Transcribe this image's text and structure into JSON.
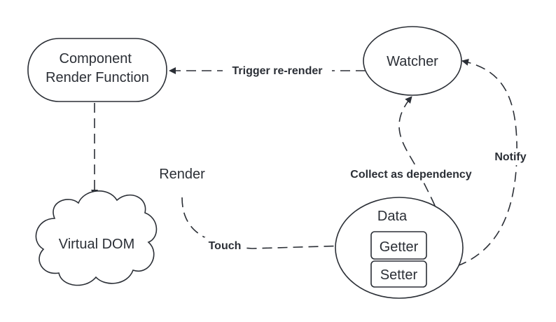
{
  "nodes": {
    "component_render_function": [
      "Component",
      "Render Function"
    ],
    "watcher": "Watcher",
    "virtual_dom": "Virtual DOM",
    "render": "Render",
    "data": "Data",
    "getter": "Getter",
    "setter": "Setter"
  },
  "edges": {
    "trigger_rerender": "Trigger re-render",
    "touch": "Touch",
    "collect_dependency": "Collect as dependency",
    "notify": "Notify"
  },
  "colors": {
    "stroke": "#2b2f36",
    "background": "#ffffff"
  }
}
